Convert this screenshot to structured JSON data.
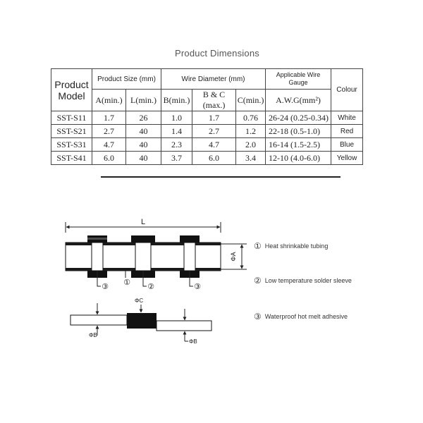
{
  "title": "Product Dimensions",
  "table": {
    "headers": {
      "product_model": "Product Model",
      "product_size": "Product Size (mm)",
      "wire_diameter": "Wire Diameter (mm)",
      "applicable_gauge": "Applicable Wire Gauge",
      "colour": "Colour"
    },
    "subheaders": {
      "a_min": "A(min.)",
      "l_min": "L(min.)",
      "b_min": "B(min.)",
      "bc_max": "B & C (max.)",
      "c_min": "C(min.)",
      "awg": "A.W.G(mm²)"
    },
    "rows": [
      {
        "model": "SST-S11",
        "a": "1.7",
        "l": "26",
        "b": "1.0",
        "bc": "1.7",
        "c": "0.76",
        "awg": "26-24  (0.25-0.34)",
        "colour": "White"
      },
      {
        "model": "SST-S21",
        "a": "2.7",
        "l": "40",
        "b": "1.4",
        "bc": "2.7",
        "c": "1.2",
        "awg": "22-18  (0.5-1.0)",
        "colour": "Red"
      },
      {
        "model": "SST-S31",
        "a": "4.7",
        "l": "40",
        "b": "2.3",
        "bc": "4.7",
        "c": "2.0",
        "awg": "16-14  (1.5-2.5)",
        "colour": "Blue"
      },
      {
        "model": "SST-S41",
        "a": "6.0",
        "l": "40",
        "b": "3.7",
        "bc": "6.0",
        "c": "3.4",
        "awg": "12-10  (4.0-6.0)",
        "colour": "Yellow"
      }
    ]
  },
  "diagram": {
    "dim_l": "L",
    "dim_a": "ΦA",
    "dim_b_left": "ΦB",
    "dim_c": "ΦC",
    "dim_b_right": "ΦB",
    "callout_3a": "③",
    "callout_1": "①",
    "callout_2": "②",
    "callout_3b": "③"
  },
  "legend": [
    {
      "num": "①",
      "text": "Heat shrinkable tubing"
    },
    {
      "num": "②",
      "text": "Low temperature solder sleeve"
    },
    {
      "num": "③",
      "text": "Waterproof hot melt adhesive"
    }
  ]
}
